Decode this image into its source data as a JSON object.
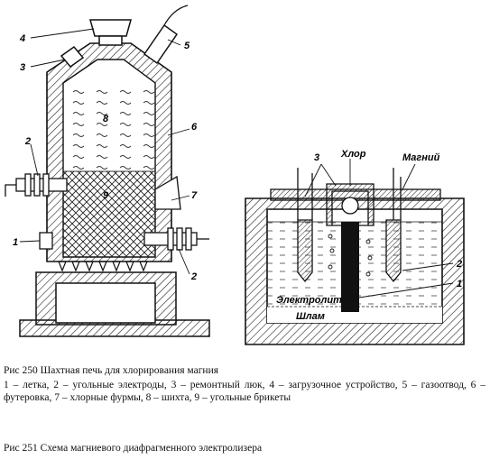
{
  "figure_250": {
    "labels": {
      "n1": "1",
      "n2a": "2",
      "n2b": "2",
      "n3": "3",
      "n4": "4",
      "n5": "5",
      "n6": "6",
      "n7": "7",
      "n8": "8",
      "n9": "9"
    },
    "caption_title": "Рис 250  Шахтная печь для хлорирования магния",
    "caption_text": "1 – летка, 2 – угольные электроды, 3 – ремонтный люк, 4 – загрузочное устройство, 5 – газоотвод, 6 – футеровка, 7 – хлорные фурмы, 8 – шихта, 9 – угольные брикеты"
  },
  "figure_251": {
    "labels": {
      "n3": "3",
      "chlorine": "Хлор",
      "magnesium": "Магний",
      "n2": "2",
      "n1": "1",
      "electrolyte": "Электролит",
      "sludge": "Шлам"
    },
    "caption_title": "Рис 251  Схема магниевого диафрагменного электролизера"
  }
}
